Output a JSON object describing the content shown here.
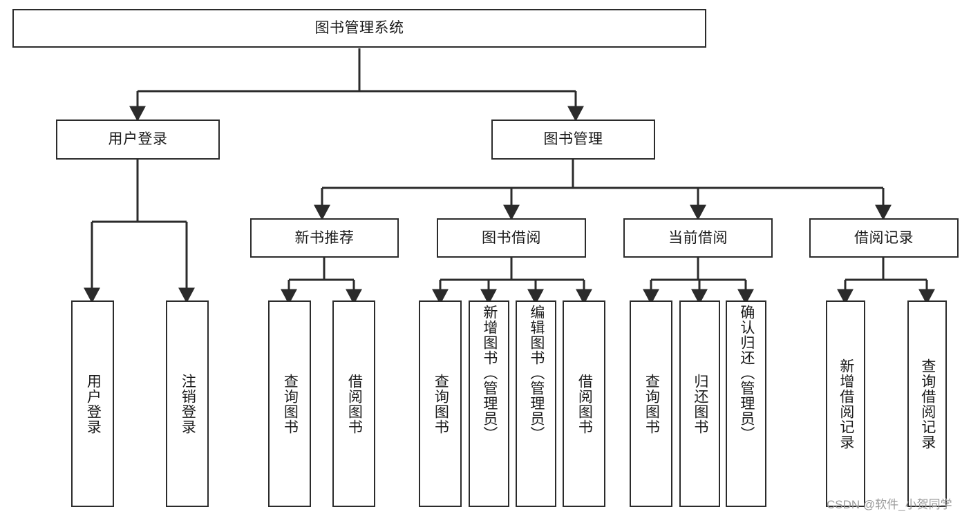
{
  "diagram": {
    "title": "图书管理系统",
    "type": "tree-hierarchy",
    "stroke_color": "#2b2b2b",
    "text_color": "#1a1a1a",
    "background": "#ffffff",
    "nodes": {
      "root": {
        "label": "图书管理系统",
        "orientation": "horizontal"
      },
      "level2": [
        {
          "id": "user-login",
          "label": "用户登录",
          "orientation": "horizontal"
        },
        {
          "id": "book-manage",
          "label": "图书管理",
          "orientation": "horizontal"
        }
      ],
      "level3": [
        {
          "id": "new-book-recommend",
          "label": "新书推荐",
          "orientation": "horizontal"
        },
        {
          "id": "book-borrow",
          "label": "图书借阅",
          "orientation": "horizontal"
        },
        {
          "id": "current-borrow",
          "label": "当前借阅",
          "orientation": "horizontal"
        },
        {
          "id": "borrow-record",
          "label": "借阅记录",
          "orientation": "horizontal"
        }
      ],
      "leaves": [
        {
          "id": "leaf-user-login",
          "label": "用户登录",
          "parent": "user-login",
          "orientation": "vertical"
        },
        {
          "id": "leaf-user-logout",
          "label": "注销登录",
          "parent": "user-login",
          "orientation": "vertical"
        },
        {
          "id": "leaf-query-book-1",
          "label": "查询图书",
          "parent": "new-book-recommend",
          "orientation": "vertical"
        },
        {
          "id": "leaf-borrow-book-1",
          "label": "借阅图书",
          "parent": "new-book-recommend",
          "orientation": "vertical"
        },
        {
          "id": "leaf-query-book-2",
          "label": "查询图书",
          "parent": "book-borrow",
          "orientation": "vertical"
        },
        {
          "id": "leaf-add-book",
          "label": "新增图书（管理员）",
          "parent": "book-borrow",
          "orientation": "vertical"
        },
        {
          "id": "leaf-edit-book",
          "label": "编辑图书（管理员）",
          "parent": "book-borrow",
          "orientation": "vertical"
        },
        {
          "id": "leaf-borrow-book-2",
          "label": "借阅图书",
          "parent": "book-borrow",
          "orientation": "vertical"
        },
        {
          "id": "leaf-query-book-3",
          "label": "查询图书",
          "parent": "current-borrow",
          "orientation": "vertical"
        },
        {
          "id": "leaf-return-book",
          "label": "归还图书",
          "parent": "current-borrow",
          "orientation": "vertical"
        },
        {
          "id": "leaf-confirm-return",
          "label": "确认归还（管理员）",
          "parent": "current-borrow",
          "orientation": "vertical"
        },
        {
          "id": "leaf-add-record",
          "label": "新增借阅记录",
          "parent": "borrow-record",
          "orientation": "vertical"
        },
        {
          "id": "leaf-query-record",
          "label": "查询借阅记录",
          "parent": "borrow-record",
          "orientation": "vertical"
        }
      ]
    },
    "watermark": "CSDN @软件_小贺同学"
  }
}
